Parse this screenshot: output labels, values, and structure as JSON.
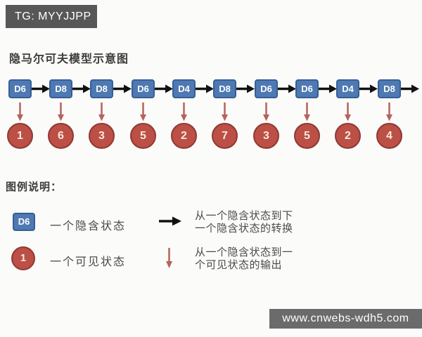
{
  "header": {
    "badge": "TG: MYYJJPP"
  },
  "title": "隐马尔可夫模型示意图",
  "chain": {
    "nodes": [
      {
        "state": "D6",
        "observation": "1"
      },
      {
        "state": "D8",
        "observation": "6"
      },
      {
        "state": "D8",
        "observation": "3"
      },
      {
        "state": "D6",
        "observation": "5"
      },
      {
        "state": "D4",
        "observation": "2"
      },
      {
        "state": "D8",
        "observation": "7"
      },
      {
        "state": "D6",
        "observation": "3"
      },
      {
        "state": "D6",
        "observation": "5"
      },
      {
        "state": "D4",
        "observation": "2"
      },
      {
        "state": "D8",
        "observation": "4"
      }
    ]
  },
  "legend": {
    "heading": "图例说明：",
    "hidden_state": {
      "sample": "D6",
      "label": "一个隐含状态"
    },
    "visible_state": {
      "sample": "1",
      "label": "一个可见状态"
    },
    "transition": {
      "line1": "从一个隐含状态到下",
      "line2": "一个隐含状态的转换"
    },
    "emission": {
      "line1": "从一个隐含状态到一",
      "line2": "个可见状态的输出"
    }
  },
  "watermark": {
    "url": "www.cnwebs-wdh5.com"
  },
  "colors": {
    "state_fill": "#4e79b2",
    "state_border": "#365f94",
    "observation_fill": "#bc4f46",
    "observation_border": "#8e3a33",
    "transition_arrow": "#111111",
    "emission_arrow": "#b4635c",
    "badge_bg": "#575757",
    "watermark_bg": "#6b6b6b"
  }
}
